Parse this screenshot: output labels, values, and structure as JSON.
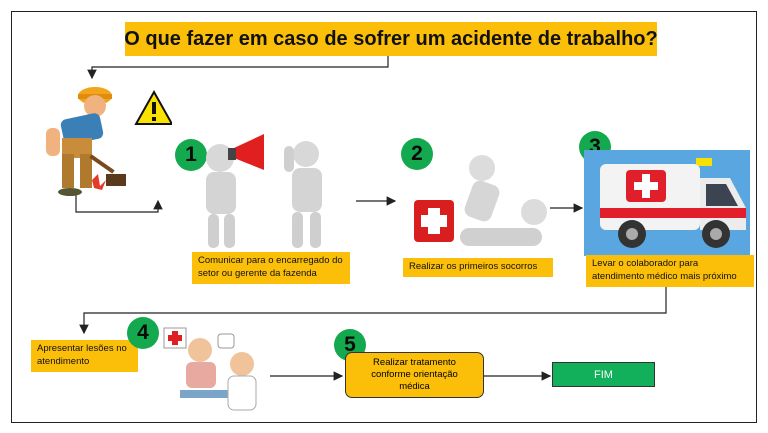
{
  "title": "O que fazer em caso de sofrer um acidente de trabalho?",
  "steps": [
    {
      "number": "1",
      "text": "Comunicar para o encarregado do setor ou gerente da fazenda"
    },
    {
      "number": "2",
      "text": "Realizar os primeiros socorros"
    },
    {
      "number": "3",
      "text": "Levar o colaborador para atendimento médico mais próximo"
    },
    {
      "number": "4",
      "text": "Apresentar lesões no atendimento"
    },
    {
      "number": "5",
      "text": "Realizar tratamento conforme orientação médica"
    }
  ],
  "end_label": "FIM",
  "colors": {
    "note_bg": "#fbbf09",
    "badge_green": "#14a84f",
    "end_green": "#12b05a",
    "border": "#222222"
  }
}
